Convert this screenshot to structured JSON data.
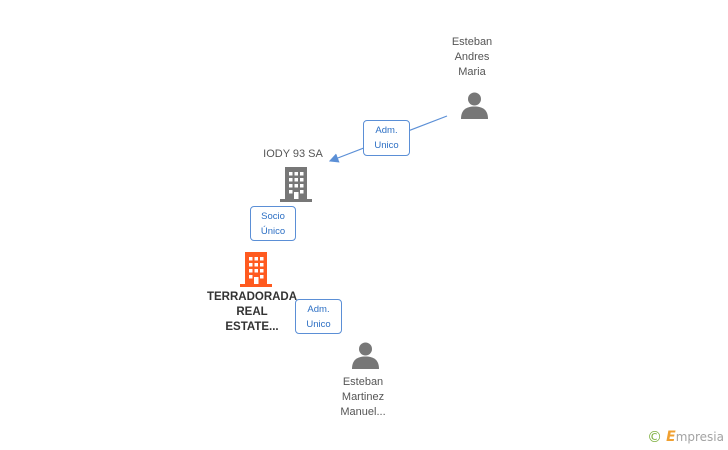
{
  "nodes": {
    "person_top": {
      "lines": [
        "Esteban",
        "Andres",
        "Maria"
      ],
      "icon": "person-icon"
    },
    "company_iody": {
      "lines": [
        "IODY 93 SA"
      ],
      "icon": "building-icon"
    },
    "company_main": {
      "lines": [
        "TERRADORADA",
        "REAL",
        "ESTATE..."
      ],
      "icon": "building-icon",
      "highlighted": true
    },
    "person_bottom": {
      "lines": [
        "Esteban",
        "Martinez",
        "Manuel..."
      ],
      "icon": "person-icon"
    }
  },
  "relations": [
    {
      "id": "rel1",
      "from": "person_top",
      "to": "company_iody",
      "lines": [
        "Adm.",
        "Unico"
      ]
    },
    {
      "id": "rel2",
      "from": "company_iody",
      "to": "company_main",
      "lines": [
        "Socio",
        "Único"
      ]
    },
    {
      "id": "rel3",
      "from": "person_bottom",
      "to": "company_main",
      "lines": [
        "Adm.",
        "Unico"
      ]
    }
  ],
  "colors": {
    "person": "#777777",
    "company": "#777777",
    "company_highlight": "#ff5a1f",
    "badge_border": "#5b8fd6",
    "badge_text": "#2c6fc4",
    "edge": "#5b8fd6"
  },
  "watermark": {
    "symbol": "©",
    "brand_initial": "E",
    "brand_rest": "mpresia"
  }
}
